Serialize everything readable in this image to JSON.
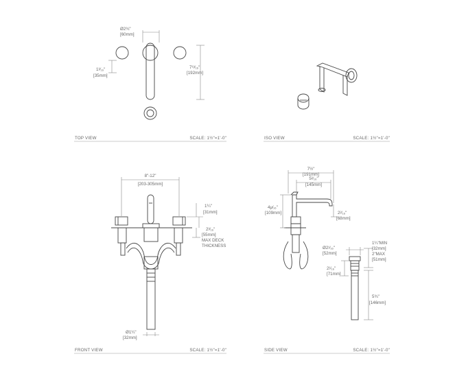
{
  "views": {
    "top": {
      "label": "TOP VIEW",
      "scale": "SCALE: 1½\"=1'-0\""
    },
    "iso": {
      "label": "ISO VIEW",
      "scale": "SCALE: 1½\"=1'-0\""
    },
    "front": {
      "label": "FRONT VIEW",
      "scale": "SCALE: 1½\"=1'-0\""
    },
    "side": {
      "label": "SIDE VIEW",
      "scale": "SCALE: 1½\"=1'-0\""
    }
  },
  "dims": {
    "top_spout_dia": {
      "imp": "Ø2¾\"",
      "met": "[60mm]"
    },
    "top_handle": {
      "imp": "1³⁄₁₆\"",
      "met": "[35mm]"
    },
    "top_spout_len": {
      "imp": "7¹³⁄₁₆\"",
      "met": "[192mm]"
    },
    "front_spread": {
      "imp": "8\"-12\"",
      "met": "[203-305mm]"
    },
    "front_height": {
      "imp": "1¼\"",
      "met": "[31mm]"
    },
    "front_deck": {
      "imp": "2³⁄₁₆\"",
      "met": "[55mm]",
      "note1": "MAX DECK",
      "note2": "THICKNESS"
    },
    "front_drain_dia": {
      "imp": "Ø1¼\"",
      "met": "[32mm]"
    },
    "side_overall": {
      "imp": "7½\"",
      "met": "[191mm]"
    },
    "side_reach": {
      "imp": "5²⁄₁₆\"",
      "met": "[145mm]"
    },
    "side_height": {
      "imp": "4µ⁄₁₆\"",
      "met": "[109mm]"
    },
    "side_spout_drop": {
      "imp": "2²⁄₁₆\"",
      "met": "[68mm]"
    },
    "side_drain_dia": {
      "imp": "Ø2¹⁄₁₆\"",
      "met": "[52mm]"
    },
    "side_drain_min": {
      "imp": "1¼\"MIN",
      "met": "[32mm]"
    },
    "side_drain_max": {
      "imp": "2\"MAX",
      "met": "[51mm]"
    },
    "side_drain_cap": {
      "imp": "2¹⁄₁₆\"",
      "met": "[71mm]"
    },
    "side_drain_len": {
      "imp": "5¾\"",
      "met": "[146mm]"
    }
  }
}
